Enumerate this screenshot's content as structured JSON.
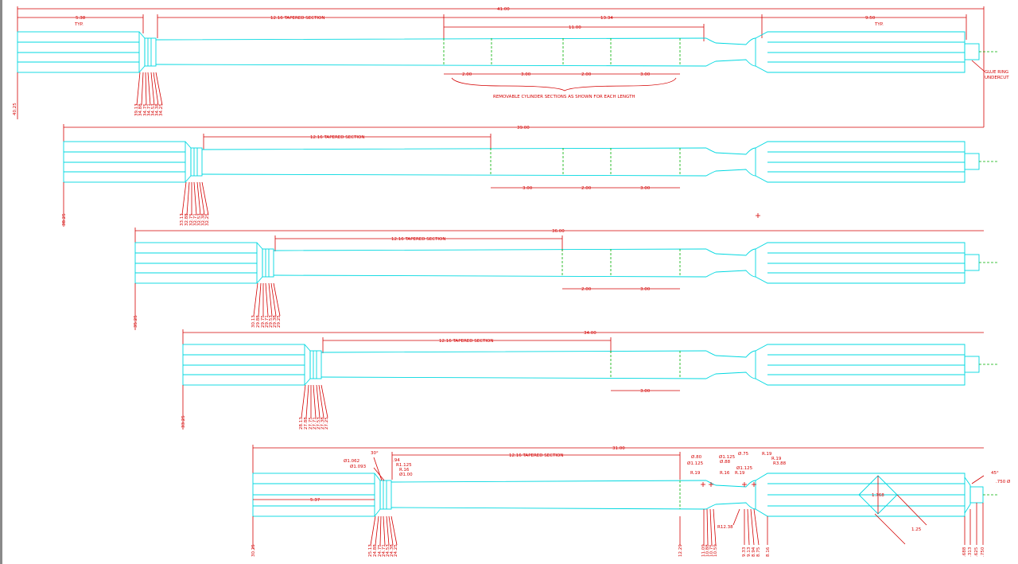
{
  "drawing": {
    "colors": {
      "outline": "#00d8e0",
      "dimension": "#d40000",
      "section": "#00b000",
      "background": "#ffffff"
    },
    "annotations": {
      "typ": "TYP.",
      "removable": "REMOVABLE CYLINDER SECTIONS AS SHOWN FOR EACH LENGTH",
      "glue_ring_1": "GLUE RING",
      "glue_ring_2": "UNDERCUT"
    },
    "views": [
      {
        "overall": "41.00",
        "tapered": "12.16 TAPERED SECTION",
        "left_block": "5.38",
        "right_section": "13.34",
        "right_block": "9.50",
        "cyl_total": "11.00",
        "cyl_dims": [
          "2.00",
          "3.00",
          "2.00",
          "3.00"
        ],
        "side_label": "40.25",
        "small_dims": [
          "39.13",
          "34.88",
          "34.75",
          "34.71",
          "34.53",
          "34.38",
          "34.25"
        ]
      },
      {
        "overall": "39.00",
        "tapered": "12.16 TAPERED SECTION",
        "cyl_dims": [
          "3.00",
          "2.00",
          "3.00"
        ],
        "side_label": "38.25",
        "small_dims": [
          "33.13",
          "32.88",
          "32.75",
          "32.71",
          "32.53",
          "32.38",
          "32.25"
        ]
      },
      {
        "overall": "36.00",
        "tapered": "12.16 TAPERED SECTION",
        "cyl_dims": [
          "2.00",
          "3.00"
        ],
        "side_label": "35.25",
        "small_dims": [
          "30.13",
          "29.88",
          "29.75",
          "29.71",
          "29.53",
          "29.38",
          "29.25"
        ]
      },
      {
        "overall": "34.00",
        "tapered": "12.16 TAPERED SECTION",
        "cyl_dims": [
          "3.00"
        ],
        "side_label": "33.25",
        "small_dims": [
          "28.13",
          "27.88",
          "27.75",
          "27.71",
          "27.53",
          "27.38",
          "27.25"
        ]
      },
      {
        "overall": "31.00",
        "tapered": "12.16 TAPERED SECTION",
        "left_block": "5.37",
        "side_label": "30.25",
        "small_dims": [
          "25.13",
          "24.88",
          "24.75",
          "24.71",
          "24.53",
          "24.38",
          "24.25"
        ],
        "right_stations": [
          "12.29",
          "11.09",
          "10.88",
          "10.75",
          "10.59",
          "9.33",
          "9.13",
          "8.94",
          "8.75",
          "8.16",
          ".688",
          ".313",
          ".625",
          ".750"
        ],
        "details": {
          "angle_left": "30°",
          "d1": "Ø1.062",
          "d2": "Ø1.093",
          "d3": ".94",
          "d4": "R1.125",
          "d5": "R.16",
          "d6": "Ø1.00",
          "r1": "Ø.80",
          "r2": "Ø1.125",
          "r3": "R.19",
          "r4": "R.16",
          "r5": "Ø.88",
          "r6": "Ø1.125",
          "r7": "Ø.75",
          "r8": "Ø1.125",
          "r9": "R.19",
          "r10": "R.19",
          "r11": "R3.88",
          "r12": "R.19",
          "taper_radius": "R12.38",
          "flat": "1.768",
          "flat2": "1.25",
          "angle_right": "45°",
          "tip": ".750 Ø"
        }
      }
    ]
  }
}
